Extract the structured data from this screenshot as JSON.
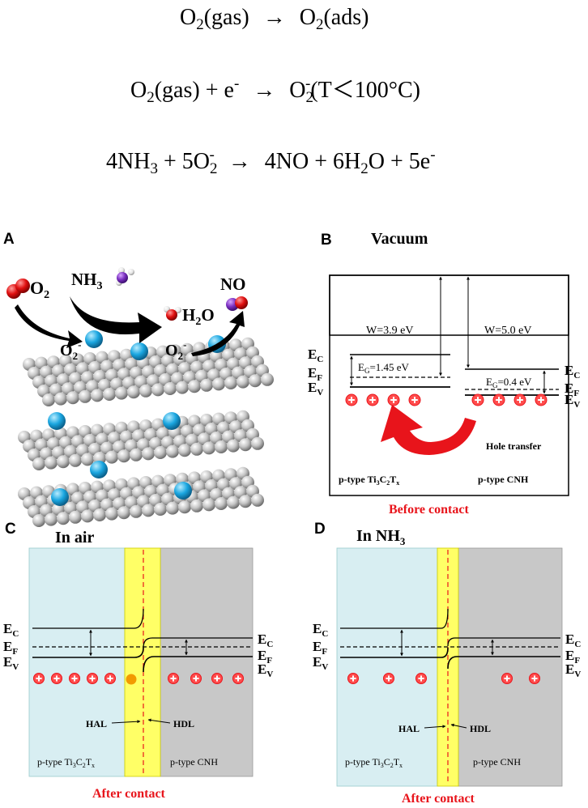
{
  "equations": {
    "eq1": {
      "a": "O",
      "a_sub": "2",
      "b": "(gas)",
      "arrow": "→",
      "c": "O",
      "c_sub": "2",
      "d": "(ads)"
    },
    "eq2": {
      "a": "O",
      "a_sub": "2",
      "b": "(gas) + e",
      "b_sup": "-",
      "arrow": "→",
      "c": "O",
      "c_sub": "2",
      "c_sup": "-",
      "d": "(T＜100°C)"
    },
    "eq3": {
      "a": "4NH",
      "a_sub": "3",
      "b": " + 5O",
      "b_sub": "2",
      "b_sup": "-",
      "arrow": "→",
      "c": "4NO + 6H",
      "c_sub": "2",
      "d": "O + 5e",
      "d_sup": "-"
    }
  },
  "panels": {
    "A": {
      "letter": "A",
      "o2_label": "O",
      "o2_sub": "2",
      "nh3_label": "NH",
      "nh3_sub": "3",
      "h2o_a": "H",
      "h2o_sub": "2",
      "h2o_b": "O",
      "no_label": "NO",
      "o2minus_1": "O",
      "o2minus_1_sub": "2",
      "o2minus_1_sup": "-",
      "o2minus_2": "O",
      "o2minus_2_sub": "2",
      "o2minus_2_sup": "-"
    },
    "B": {
      "letter": "B",
      "title": "Vacuum",
      "w_left": "W=3.9 eV",
      "w_right": "W=5.0 eV",
      "eg_left": "E",
      "eg_left_sub": "G",
      "eg_left_val": "=1.45 eV",
      "eg_right": "E",
      "eg_right_sub": "G",
      "eg_right_val": "=0.4 eV",
      "ec": "E",
      "ec_sub": "C",
      "ef": "E",
      "ef_sub": "F",
      "ev": "E",
      "ev_sub": "V",
      "hole_transfer": "Hole transfer",
      "left_mat": "p-type Ti",
      "left_mat_s1": "3",
      "left_mat_c": "C",
      "left_mat_s2": "2",
      "left_mat_t": "T",
      "left_mat_s3": "x",
      "right_mat": "p-type CNH",
      "caption": "Before contact"
    },
    "C": {
      "letter": "C",
      "title": "In air",
      "ec": "E",
      "ec_sub": "C",
      "ef": "E",
      "ef_sub": "F",
      "ev": "E",
      "ev_sub": "V",
      "hal": "HAL",
      "hdl": "HDL",
      "left_mat": "p-type Ti",
      "left_mat_s1": "3",
      "left_mat_c": "C",
      "left_mat_s2": "2",
      "left_mat_t": "T",
      "left_mat_s3": "x",
      "right_mat": "p-type CNH",
      "caption": "After contact"
    },
    "D": {
      "letter": "D",
      "title": "In NH",
      "title_sub": "3",
      "ec": "E",
      "ec_sub": "C",
      "ef": "E",
      "ef_sub": "F",
      "ev": "E",
      "ev_sub": "V",
      "hal": "HAL",
      "hdl": "HDL",
      "left_mat": "p-type Ti",
      "left_mat_s1": "3",
      "left_mat_c": "C",
      "left_mat_s2": "2",
      "left_mat_t": "T",
      "left_mat_s3": "x",
      "right_mat": "p-type CNH",
      "caption": "After contact"
    }
  },
  "colors": {
    "light_blue": "#d8eef2",
    "gray": "#c8c8c8",
    "yellow": "#ffff66",
    "red": "#e8141b",
    "sphere_blue": "#1aa6e0",
    "sphere_gray": "#bfbfbf"
  }
}
